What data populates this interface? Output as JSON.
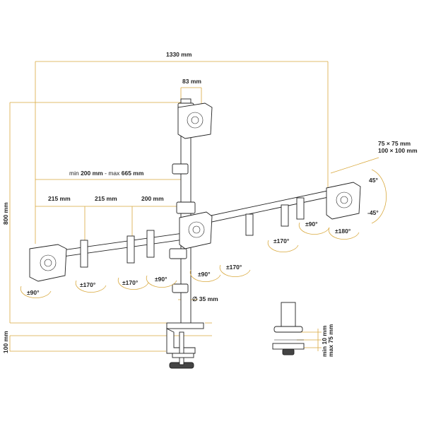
{
  "dimensions": {
    "total_width": "1330 mm",
    "pole_spacing": "83 mm",
    "vesa": [
      "75 × 75 mm",
      "100 × 100 mm"
    ],
    "arm_range_prefix_min": "min",
    "arm_range_min": "200 mm",
    "arm_range_sep": " - ",
    "arm_range_prefix_max": "max",
    "arm_range_max": "665 mm",
    "seg1": "215 mm",
    "seg2": "215 mm",
    "seg3": "200 mm",
    "total_height": "800 mm",
    "clamp_height": "100 mm",
    "pole_diameter": "∅ 35 mm",
    "desk_min": "min 10 mm",
    "desk_max": "max 75 mm"
  },
  "rotations": {
    "left_tilt": "±90°",
    "left_arm_1": "±170°",
    "left_arm_2": "±170°",
    "left_arm_3": "±90°",
    "center_mid": "±90°",
    "center_right": "±170°",
    "right_arm_1": "±170°",
    "right_arm_2": "±90°",
    "right_arm_3": "±180°",
    "tilt_up": "45°",
    "tilt_down": "-45°"
  },
  "colors": {
    "dimension_line": "#d9a93e",
    "arrow": "#d9a93e",
    "line_art": "#222222"
  }
}
